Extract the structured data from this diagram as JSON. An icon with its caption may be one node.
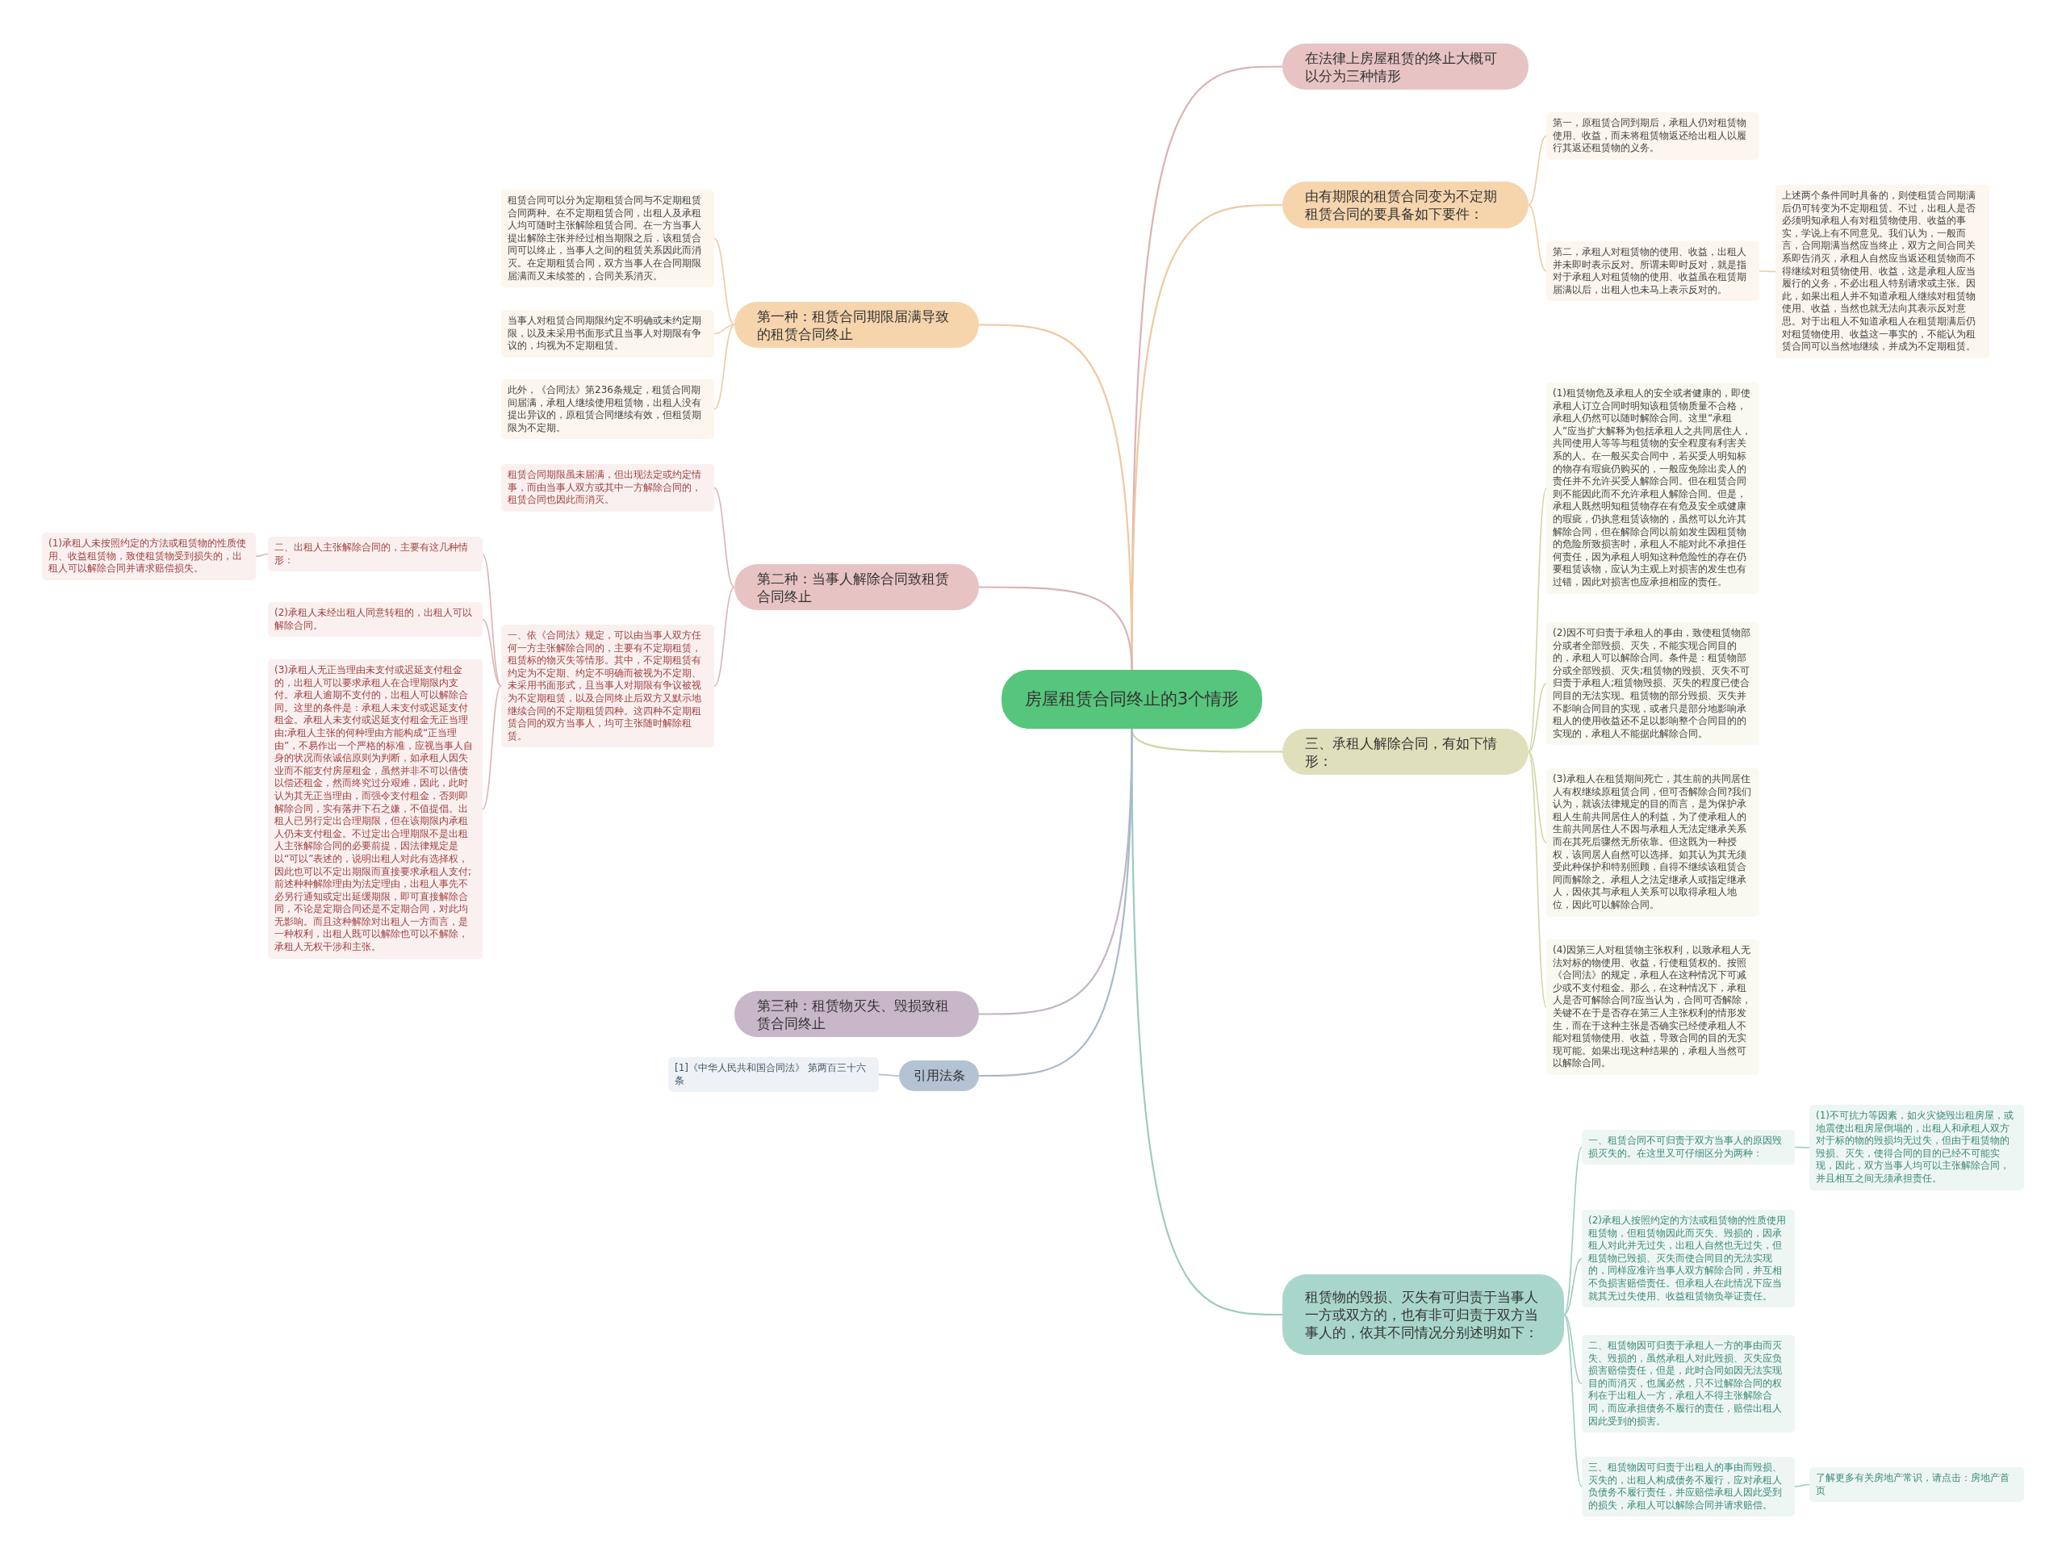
{
  "diagram": {
    "nodes": [
      {
        "text": [
          "房屋租赁合同终止的3个情形"
        ]
      },
      {
        "text": [
          "在法律上房屋租赁的终止大概可以分为三种情形"
        ]
      },
      {
        "text": [
          "由有期限的租赁合同变为不定期租赁合同的要具备如下要件："
        ]
      },
      {
        "text": [
          "第一，原租赁合同到期后，承租人仍对租赁物使用、收益，而未将租赁物返还给出租人以履行其返还租赁物的义务。"
        ]
      },
      {
        "text": [
          "第二，承租人对租赁物的使用、收益，出租人并未即时表示反对。所谓未即时反对，就是指对于承租人对租赁物的使用、收益虽在租赁期届满以后，出租人也未马上表示反对的。"
        ]
      },
      {
        "text": [
          "上述两个条件同时具备的，则使租赁合同期满后仍可转变为不定期租赁。不过，出租人是否必须明知承租人有对租赁物使用、收益的事实，学说上有不同意见。我们认为，一般而言，合同期满当然应当终止，双方之间合同关系即告消灭，承租人自然应当返还租赁物而不得继续对租赁物使用、收益，这是承租人应当履行的义务，不必出租人特别请求或主张。因此，如果出租人并不知道承租人继续对租赁物使用、收益，当然也就无法向其表示反对意思。对于出租人不知道承租人在租赁期满后仍对租赁物使用、收益这一事实的，不能认为租赁合同可以当然地继续，并成为不定期租赁。"
        ]
      },
      {
        "text": [
          "三、承租人解除合同，有如下情形："
        ]
      },
      {
        "text": [
          "(1)租赁物危及承租人的安全或者健康的，即使承租人订立合同时明知该租赁物质量不合格，承租人仍然可以随时解除合同。这里“承租人”应当扩大解释为包括承租人之共同居住人，共同使用人等等与租赁物的安全程度有利害关系的人。在一般买卖合同中，若买受人明知标的物存有瑕疵仍购买的，一般应免除出卖人的责任并不允许买受人解除合同。但在租赁合同则不能因此而不允许承租人解除合同。但是，承租人既然明知租赁物存在有危及安全或健康的瑕疵，仍执意租赁该物的，虽然可以允许其解除合同，但在解除合同以前如发生因租赁物的危险所致损害时，承租人不能对此不承担任何责任，因为承租人明知这种危险性的存在仍要租赁该物，应认为主观上对损害的发生也有过错，因此对损害也应承担相应的责任。"
        ]
      },
      {
        "text": [
          "(2)因不可归责于承租人的事由，致使租赁物部分或者全部毁损、灭失，不能实现合同目的的，承租人可以解除合同。条件是：租赁物部分或全部毁损、灭失;租赁物的毁损、灭失不可归责于承租人;租赁物毁损、灭失的程度已使合同目的无法实现。租赁物的部分毁损、灭失并不影响合同目的实现，或者只是部分地影响承租人的使用收益还不足以影响整个合同目的的实现的，承租人不能据此解除合同。"
        ]
      },
      {
        "text": [
          "(3)承租人在租赁期间死亡，其生前的共同居住人有权继续原租赁合同，但可否解除合同?我们认为，就该法律规定的目的而言，是为保护承租人生前共同居住人的利益，为了使承租人的生前共同居住人不因与承租人无法定继承关系而在其死后骤然无所依靠。但这既为一种授权，该同居人自然可以选择。如其认为其无须受此种保护和特别照顾，自得不继续该租赁合同而解除之。承租人之法定继承人或指定继承人，因依其与承租人关系可以取得承租人地位，因此可以解除合同。"
        ]
      },
      {
        "text": [
          "(4)因第三人对租赁物主张权利，以致承租人无法对标的物使用、收益，行使租赁权的。按照《合同法》的规定，承租人在这种情况下可减少或不支付租金。那么，在这种情况下，承租人是否可解除合同?应当认为，合同可否解除，关键不在于是否存在第三人主张权利的情形发生，而在于这种主张是否确实已经使承租人不能对租赁物使用、收益，导致合同的目的无实现可能。如果出现这种结果的，承租人当然可以解除合同。"
        ]
      },
      {
        "text": [
          "租赁物的毁损、灭失有可归责于当事人一方或双方的，也有非可归责于双方当事人的，依其不同情况分别述明如下："
        ]
      },
      {
        "text": [
          "一、租赁合同不可归责于双方当事人的原因毁损灭失的。在这里又可仔细区分为两种："
        ]
      },
      {
        "text": [
          "(1)不可抗力等因素，如火灾烧毁出租房屋，或地震使出租房屋倒塌的，出租人和承租人双方对于标的物的毁损均无过失，但由于租赁物的毁损、灭失，使得合同的目的已经不可能实现，因此，双方当事人均可以主张解除合同，并且相互之间无须承担责任。"
        ]
      },
      {
        "text": [
          "(2)承租人按照约定的方法或租赁物的性质使用租赁物，但租赁物因此而灭失、毁损的，因承租人对此并无过失，出租人自然也无过失，但租赁物已毁损、灭失而使合同目的无法实现的，同样应准许当事人双方解除合同，并互相不负损害赔偿责任。但承租人在此情况下应当就其无过失使用、收益租赁物负举证责任。"
        ]
      },
      {
        "text": [
          "二、租赁物因可归责于承租人一方的事由而灭失、毁损的，虽然承租人对此毁损、灭失应负损害赔偿责任，但是，此时合同如因无法实现目的而消灭，也属必然，只不过解除合同的权利在于出租人一方，承租人不得主张解除合同，而应承担债务不履行的责任，赔偿出租人因此受到的损害。"
        ]
      },
      {
        "text": [
          "三、租赁物因可归责于出租人的事由而毁损、灭失的，出租人构成债务不履行，应对承租人负债务不履行责任，并应赔偿承租人因此受到的损失，承租人可以解除合同并请求赔偿。"
        ]
      },
      {
        "text": [
          "了解更多有关房地产常识，请点击：房地产首页"
        ]
      },
      {
        "text": [
          "第一种：租赁合同期限届满导致的租赁合同终止"
        ]
      },
      {
        "text": [
          "租赁合同可以分为定期租赁合同与不定期租赁合同两种。在不定期租赁合同，出租人及承租人均可随时主张解除租赁合同。在一方当事人提出解除主张并经过相当期限之后，该租赁合同可以终止，当事人之间的租赁关系因此而消灭。在定期租赁合同，双方当事人在合同期限届满而又未续签的，合同关系消灭。"
        ]
      },
      {
        "text": [
          "当事人对租赁合同期限约定不明确或未约定期限，以及未采用书面形式且当事人对期限有争议的，均视为不定期租赁。"
        ]
      },
      {
        "text": [
          "此外，《合同法》第236条规定，租赁合同期间届满，承租人继续使用租赁物，出租人没有提出异议的，原租赁合同继续有效，但租赁期限为不定期。"
        ]
      },
      {
        "text": [
          "第二种：当事人解除合同致租赁合同终止"
        ]
      },
      {
        "text": [
          "租赁合同期限虽未届满，但出现法定或约定情事，而由当事人双方或其中一方解除合同的，租赁合同也因此而消灭。"
        ]
      },
      {
        "text": [
          "一、依《合同法》规定，可以由当事人双方任何一方主张解除合同的，主要有不定期租赁，租赁标的物灭失等情形。其中，不定期租赁有约定为不定期、约定不明确而被视为不定期、未采用书面形式，且当事人对期限有争议被视为不定期租赁，以及合同终止后双方又默示地继续合同的不定期租赁四种。这四种不定期租赁合同的双方当事人，均可主张随时解除租赁。"
        ]
      },
      {
        "text": [
          "二、出租人主张解除合同的，主要有这几种情形："
        ]
      },
      {
        "text": [
          "(1)承租人未按照约定的方法或租赁物的性质使用、收益租赁物，致使租赁物受到损失的，出租人可以解除合同并请求赔偿损失。"
        ]
      },
      {
        "text": [
          "(2)承租人未经出租人同意转租的，出租人可以解除合同。"
        ]
      },
      {
        "text": [
          "(3)承租人无正当理由未支付或迟延支付租金的，出租人可以要求承租人在合理期限内支付。承租人逾期不支付的，出租人可以解除合同。这里的条件是：承租人未支付或迟延支付租金。承租人未支付或迟延支付租金无正当理由;承租人主张的何种理由方能构成“正当理由”，不易作出一个严格的标准，应视当事人自身的状况而依诚信原则为判断，如承租人因失业而不能支付房屋租金，虽然并非不可以借债以偿还租金，然而终究过分艰难，因此，此时认为其无正当理由，而强令支付租金，否则即解除合同，实有落井下石之嫌，不值提倡。出租人已另行定出合理期限，但在该期限内承租人仍未支付租金。不过定出合理期限不是出租人主张解除合同的必要前提，因法律规定是以“可以”表述的，说明出租人对此有选择权，因此也可以不定出期限而直接要求承租人支付;前述种种解除理由为法定理由，出租人事先不必另行通知或定出延缓期限，即可直接解除合同，不论是定期合同还是不定期合同，对此均无影响。而且这种解除对出租人一方而言，是一种权利，出租人既可以解除也可以不解除，承租人无权干涉和主张。"
        ]
      },
      {
        "text": [
          "第三种：租赁物灭失、毁损致租赁合同终止"
        ]
      },
      {
        "text": [
          "引用法条"
        ]
      },
      {
        "text": [
          "[1]《中华人民共和国合同法》 第两百三十六条"
        ]
      }
    ],
    "edges": [
      {
        "from": 0,
        "to": 1,
        "arrow": "none",
        "color": "#dcb2b4"
      },
      {
        "from": 0,
        "to": 2,
        "arrow": "none",
        "color": "#efc9a0"
      },
      {
        "from": 2,
        "to": 3,
        "arrow": "none",
        "color": "#efc9a0"
      },
      {
        "from": 2,
        "to": 4,
        "arrow": "none",
        "color": "#efc9a0"
      },
      {
        "from": 4,
        "to": 5,
        "arrow": "none",
        "color": "#efc9a0"
      },
      {
        "from": 0,
        "to": 6,
        "arrow": "none",
        "color": "#d2d4a4"
      },
      {
        "from": 6,
        "to": 7,
        "arrow": "none",
        "color": "#d2d4a4"
      },
      {
        "from": 6,
        "to": 8,
        "arrow": "none",
        "color": "#d2d4a4"
      },
      {
        "from": 6,
        "to": 9,
        "arrow": "none",
        "color": "#d2d4a4"
      },
      {
        "from": 6,
        "to": 10,
        "arrow": "none",
        "color": "#d2d4a4"
      },
      {
        "from": 0,
        "to": 11,
        "arrow": "none",
        "color": "#9ccbc0"
      },
      {
        "from": 11,
        "to": 12,
        "arrow": "none",
        "color": "#9ccbc0"
      },
      {
        "from": 12,
        "to": 13,
        "arrow": "none",
        "color": "#9ccbc0"
      },
      {
        "from": 11,
        "to": 14,
        "arrow": "none",
        "color": "#9ccbc0"
      },
      {
        "from": 11,
        "to": 15,
        "arrow": "none",
        "color": "#9ccbc0"
      },
      {
        "from": 11,
        "to": 16,
        "arrow": "none",
        "color": "#9ccbc0"
      },
      {
        "from": 16,
        "to": 17,
        "arrow": "none",
        "color": "#9ccbc0"
      },
      {
        "from": 0,
        "to": 18,
        "arrow": "none",
        "color": "#efc9a0"
      },
      {
        "from": 18,
        "to": 19,
        "arrow": "none",
        "color": "#efc9a0"
      },
      {
        "from": 18,
        "to": 20,
        "arrow": "none",
        "color": "#efc9a0"
      },
      {
        "from": 18,
        "to": 21,
        "arrow": "none",
        "color": "#efc9a0"
      },
      {
        "from": 0,
        "to": 22,
        "arrow": "none",
        "color": "#dcb2b4"
      },
      {
        "from": 22,
        "to": 23,
        "arrow": "none",
        "color": "#dcb2b4"
      },
      {
        "from": 22,
        "to": 24,
        "arrow": "none",
        "color": "#dcb2b4"
      },
      {
        "from": 24,
        "to": 25,
        "arrow": "none",
        "color": "#dcb2b4"
      },
      {
        "from": 25,
        "to": 26,
        "arrow": "none",
        "color": "#dcb2b4"
      },
      {
        "from": 24,
        "to": 27,
        "arrow": "none",
        "color": "#dcb2b4"
      },
      {
        "from": 24,
        "to": 28,
        "arrow": "none",
        "color": "#dcb2b4"
      },
      {
        "from": 0,
        "to": 29,
        "arrow": "none",
        "color": "#c4b3c4"
      },
      {
        "from": 0,
        "to": 30,
        "arrow": "none",
        "color": "#a9b9c9"
      },
      {
        "from": 30,
        "to": 31,
        "arrow": "none",
        "color": "#a9b9c9"
      }
    ]
  }
}
